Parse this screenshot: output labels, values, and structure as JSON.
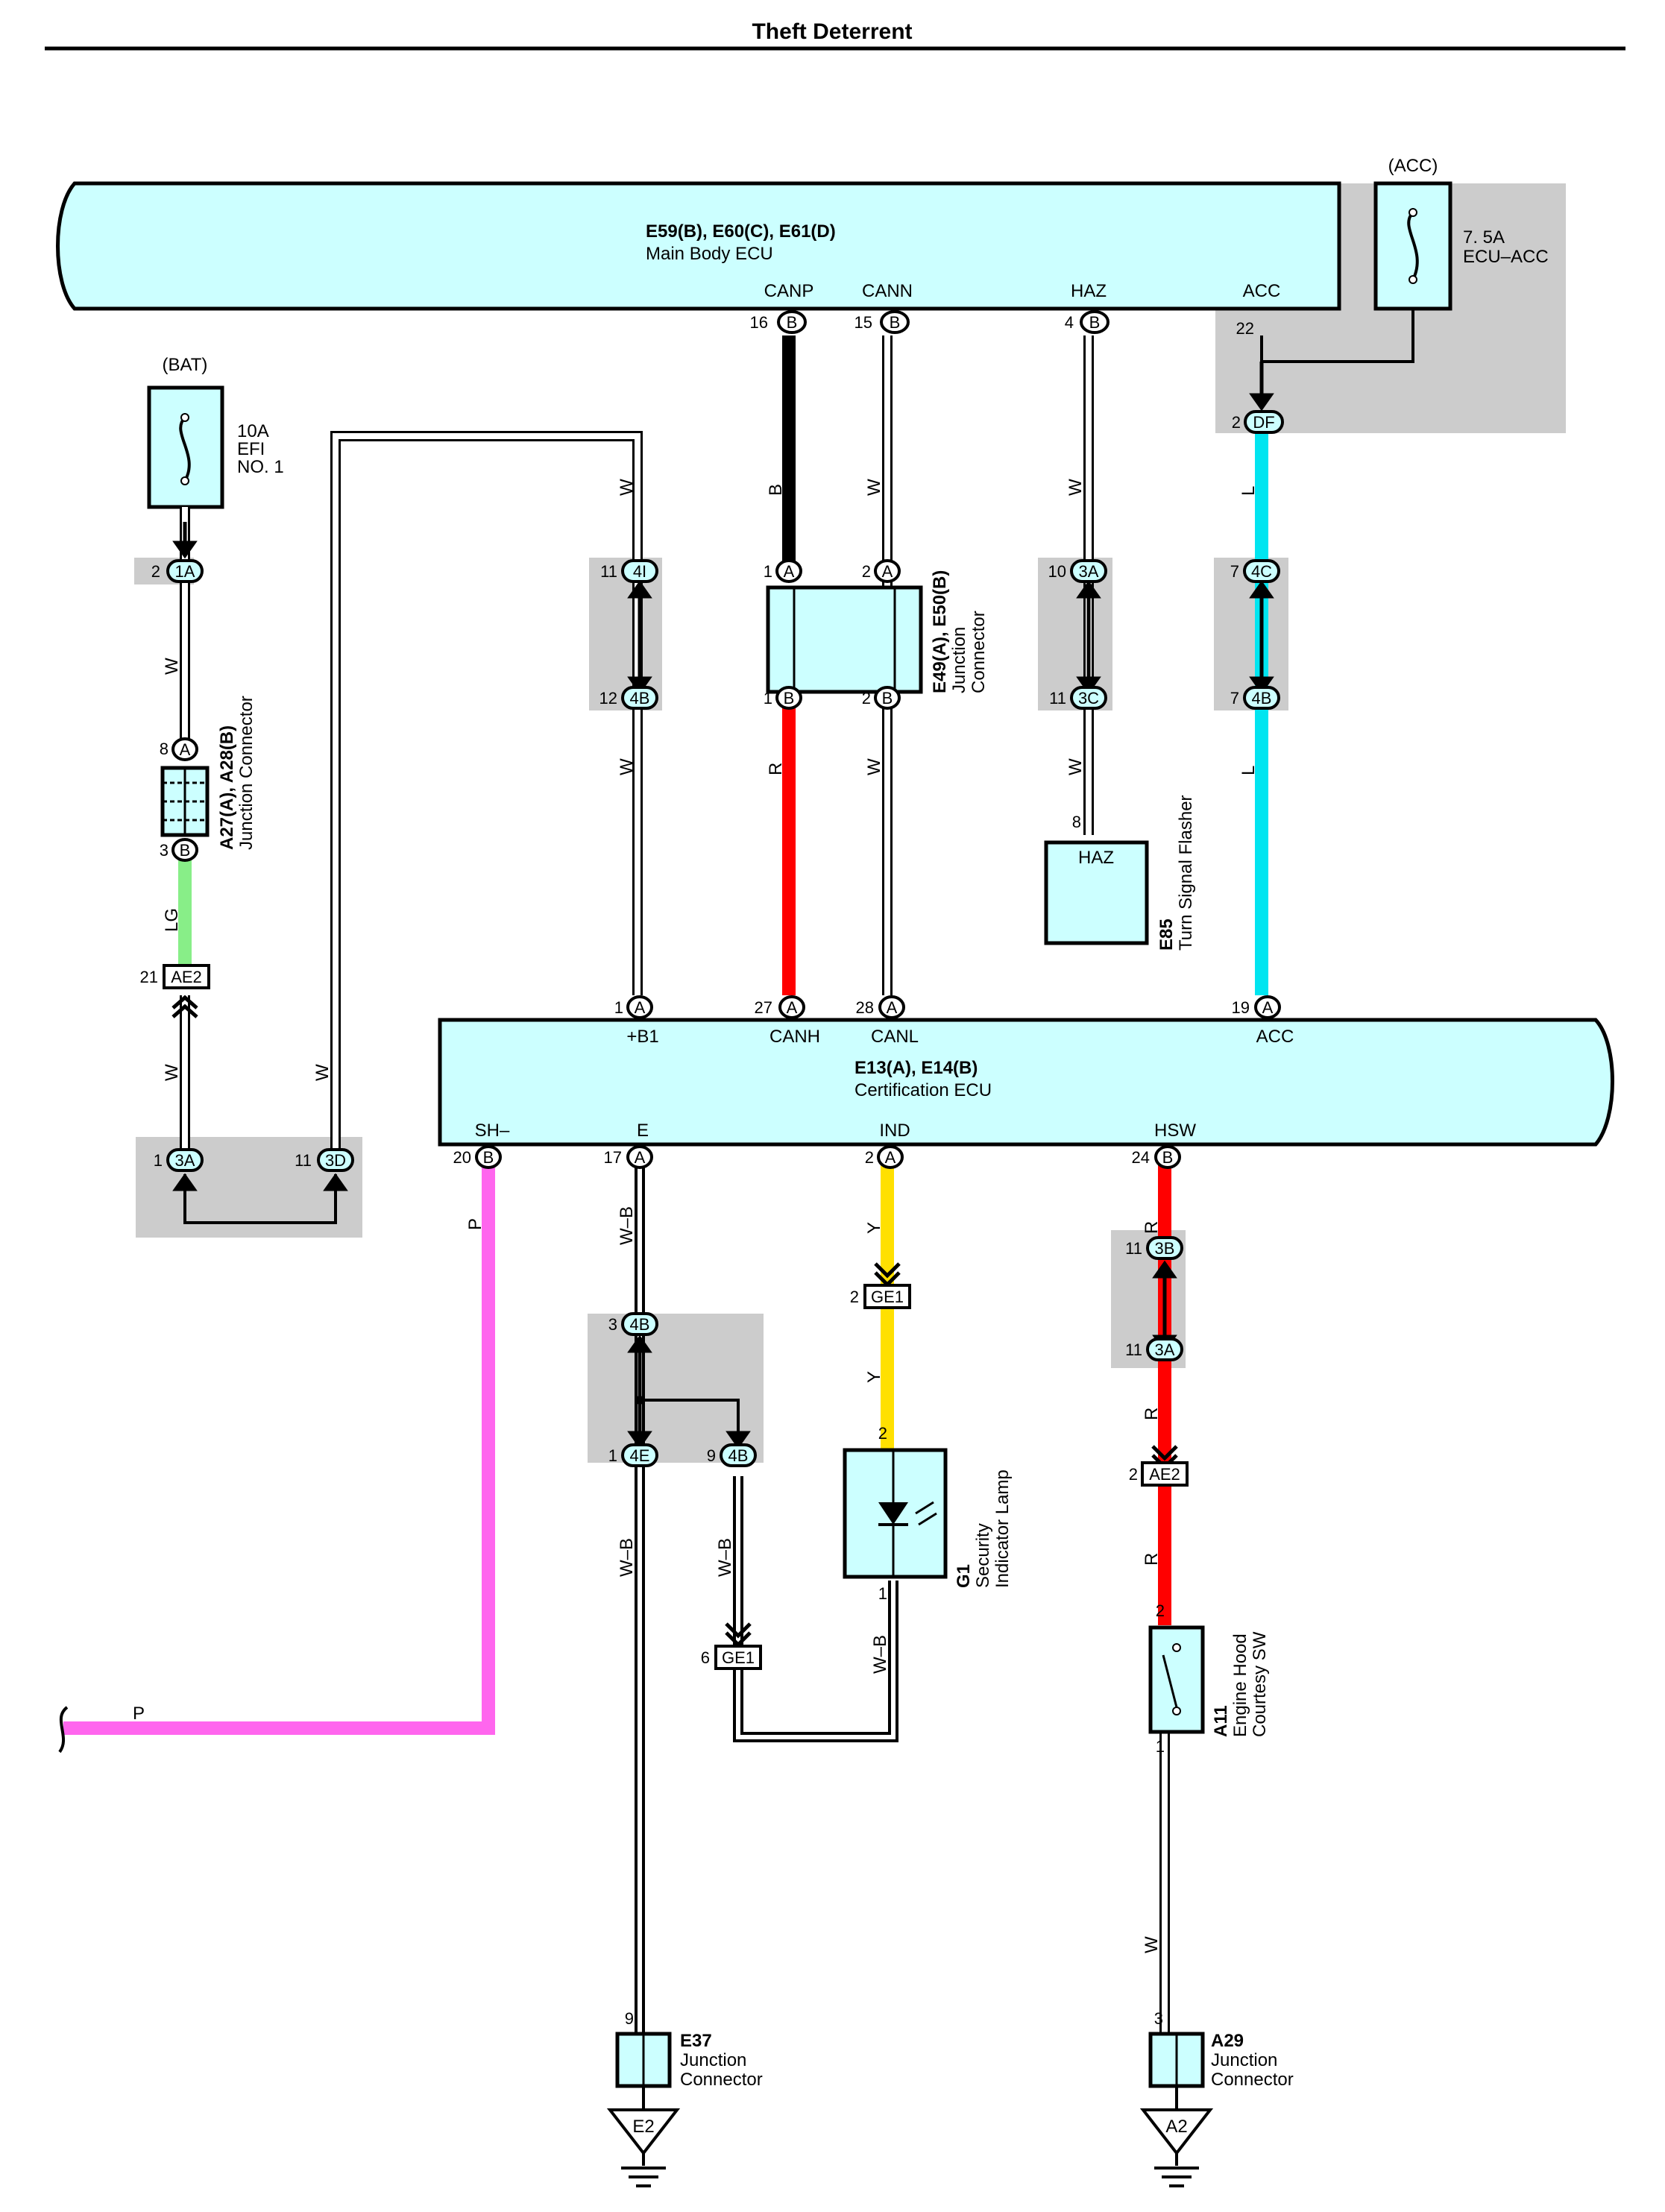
{
  "page_title": "Theft Deterrent",
  "colors": {
    "component_fill": "#ccffff",
    "splice_fill": "#cccccc",
    "wire_B": "#000000",
    "wire_R": "#ff0000",
    "wire_W": "#ffffff",
    "wire_L": "#00e5f0",
    "wire_LG": "#88ee88",
    "wire_P": "#ff66ee",
    "wire_Y": "#ffe000",
    "wire_WB": "#000000"
  },
  "main_body_ecu": {
    "code": "E59(B), E60(C), E61(D)",
    "name": "Main Body ECU",
    "terminals": {
      "canp": "CANP",
      "cann": "CANN",
      "haz": "HAZ",
      "acc": "ACC"
    }
  },
  "fuse_acc": {
    "source": "(ACC)",
    "rating": "7. 5A",
    "name": "ECU–ACC"
  },
  "fuse_bat": {
    "source": "(BAT)",
    "rating": "10A",
    "name1": "EFI",
    "name2": "NO. 1"
  },
  "junction_e49": {
    "code": "E49(A), E50(B)",
    "name1": "Junction",
    "name2": "Connector"
  },
  "junction_a27": {
    "code": "A27(A), A28(B)",
    "name": "Junction Connector"
  },
  "flasher": {
    "code": "E85",
    "name": "Turn Signal Flasher",
    "term": "HAZ"
  },
  "cert_ecu": {
    "code": "E13(A), E14(B)",
    "name": "Certification ECU",
    "top_terms": {
      "b1": "+B1",
      "canh": "CANH",
      "canl": "CANL",
      "acc": "ACC"
    },
    "bottom_terms": {
      "sh": "SH–",
      "e": "E",
      "ind": "IND",
      "hsw": "HSW"
    }
  },
  "lamp": {
    "code": "G1",
    "name1": "Security",
    "name2": "Indicator Lamp"
  },
  "hood_sw": {
    "code": "A11",
    "name1": "Engine Hood",
    "name2": "Courtesy SW"
  },
  "e37": {
    "code": "E37",
    "name1": "Junction",
    "name2": "Connector",
    "ground": "E2"
  },
  "a29": {
    "code": "A29",
    "name1": "Junction",
    "name2": "Connector",
    "ground": "A2"
  },
  "connectors": {
    "ae2": "AE2",
    "ge1": "GE1",
    "hsw_ae2": "AE2",
    "ge1_lamp": "GE1",
    "c1A": "1A",
    "c4I": "4I",
    "c4B": "4B",
    "c3A": "3A",
    "c3C": "3C",
    "c4C": "4C",
    "cDF": "DF",
    "c3D": "3D",
    "c3B": "3B",
    "c4E": "4E",
    "cA": "A",
    "cB": "B"
  },
  "pins": {
    "p16": "16",
    "p15": "15",
    "p4": "4",
    "p22": "22",
    "p2": "2",
    "p1": "1",
    "p11": "11",
    "p12": "12",
    "p10": "10",
    "p7": "7",
    "p8": "8",
    "p3": "3",
    "p21": "21",
    "p27": "27",
    "p28": "28",
    "p19": "19",
    "p20": "20",
    "p17": "17",
    "p24": "24",
    "p9": "9",
    "p6": "6"
  },
  "wire_codes": {
    "B": "B",
    "W": "W",
    "L": "L",
    "R": "R",
    "LG": "LG",
    "P": "P",
    "Y": "Y",
    "WB": "W–B"
  }
}
